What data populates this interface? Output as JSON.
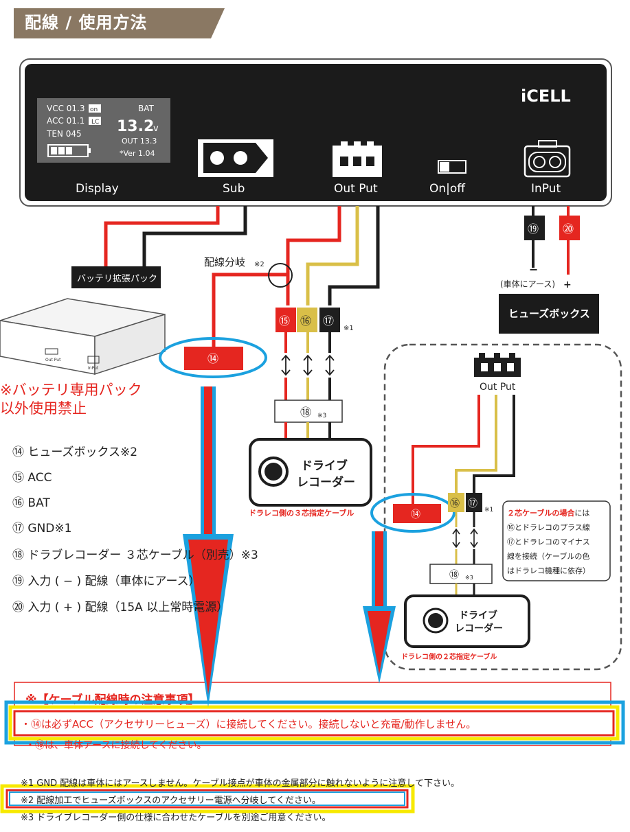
{
  "title": "配線 / 使用方法",
  "device": {
    "brand": "iCELL",
    "screen": {
      "vcc": "VCC 01.3",
      "vcc_tag": "on",
      "acc": "ACC 01.1",
      "acc_tag": "LC",
      "ten": "TEN 045",
      "bat": "BAT",
      "voltage": "13.2",
      "volt_unit": "v",
      "out": "OUT 13.3",
      "ver": "*Ver 1.04"
    },
    "ports": {
      "display": "Display",
      "sub": "Sub",
      "output": "Out Put",
      "onoff": "On|off",
      "input": "InPut"
    }
  },
  "labels": {
    "battery_pack": "バッテリ拡張パック",
    "branch": "配線分岐",
    "branch_note": "※2",
    "n14": "⑭",
    "n15": "⑮",
    "n16": "⑯",
    "n17": "⑰",
    "n18": "⑱",
    "n18_note": "※3",
    "n19": "⑲",
    "n20": "⑳",
    "note1": "※1",
    "minus": "−",
    "ground": "(車体にアース)",
    "plus": "+",
    "fuse_box": "ヒューズボックス",
    "recorder_line1": "ドライブ",
    "recorder_line2": "レコーダー",
    "cable3": "ドラレコ側の３芯指定ケーブル",
    "cable2": "ドラレコ側の２芯指定ケーブル",
    "pack_out": "Out Put",
    "pack_in": "InPut",
    "warning_line1": "※バッテリ専用パック",
    "warning_line2": "以外使用禁止",
    "output_small": "Out Put",
    "two_core_title": "２芯ケーブルの場合",
    "two_core_title_rest": "には",
    "two_core_l2": "⑯とドラレコのプラス線",
    "two_core_l3": "⑰とドラレコのマイナス",
    "two_core_l4": "線を接続（ケーブルの色",
    "two_core_l5": "はドラレコ機種に依存）"
  },
  "legend": [
    "⑭ ヒューズボックス※2",
    "⑮ ACC",
    "⑯ BAT",
    "⑰ GND※1",
    "⑱ ドラブレコーダー ３芯ケーブル（別売）※3",
    "⑲ 入力 ( − ) 配線（車体にアース）",
    "⑳ 入力 ( + ) 配線（15A 以上常時電源）"
  ],
  "notice": {
    "title": "※【ケーブル配線時の注意事項】",
    "item1": "・⑭は必ずACC（アクセサリーヒューズ）に接続してください。接続しないと充電/動作しません。",
    "item2": "・⑲は、車体アースに接続してください。"
  },
  "footnotes": {
    "f1": "※1 GND 配線は車体にはアースしません。ケーブル接点が車体の金属部分に触れないように注意して下さい。",
    "f2": "※2 配線加工でヒューズボックスのアクセサリー電源へ分岐してください。",
    "f3": "※3 ドライブレコーダー側の仕様に合わせたケーブルを別途ご用意ください。"
  },
  "colors": {
    "red": "#e52620",
    "yellow": "#d9bf48",
    "black": "#1e1e1e",
    "highlight_blue": "#1ba1df",
    "highlight_yellow": "#f7e900",
    "title_bg": "#8a7863"
  }
}
